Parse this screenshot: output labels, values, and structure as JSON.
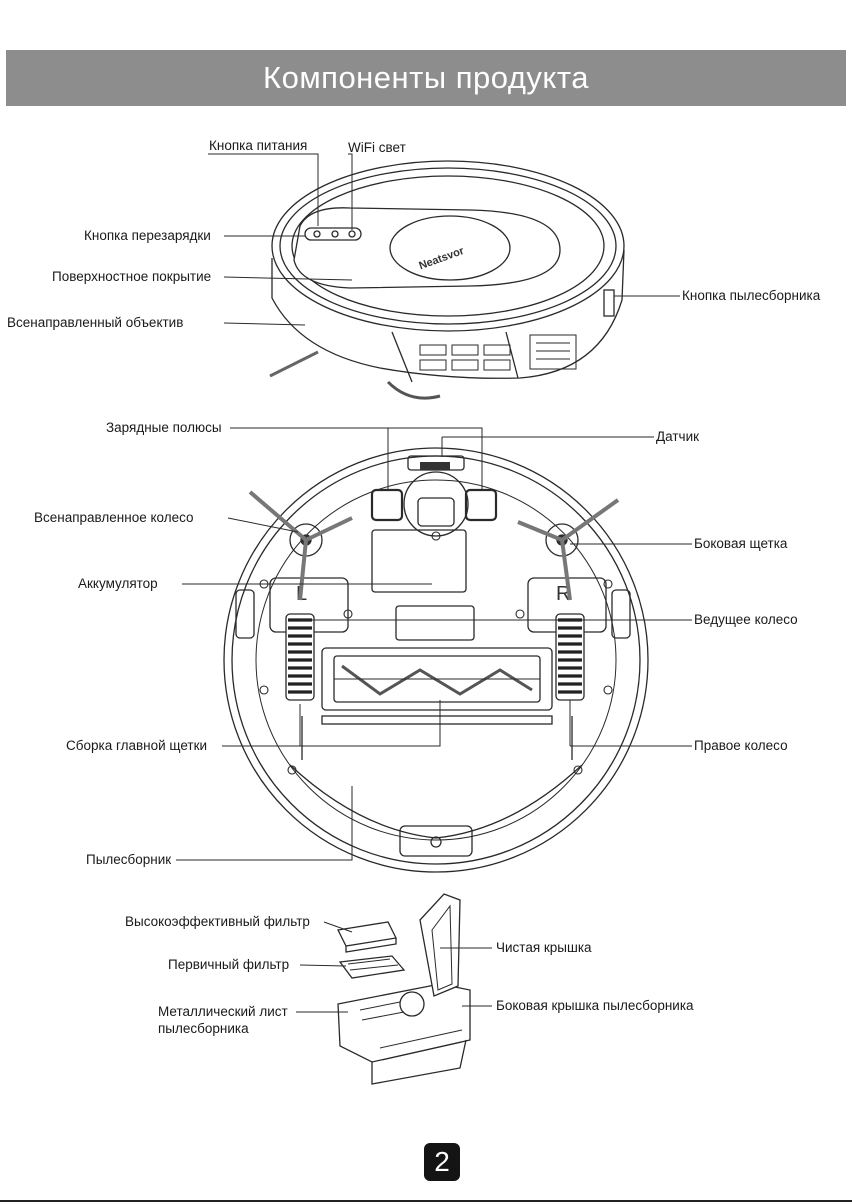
{
  "header": {
    "title": "Компоненты продукта"
  },
  "labels": {
    "power_button": "Кнопка питания",
    "wifi_light": "WiFi свет",
    "recharge_button": "Кнопка перезарядки",
    "surface_cover": "Поверхностное покрытие",
    "omni_lens": "Всенаправленный объектив",
    "dustbin_button": "Кнопка пылесборника",
    "charging_poles": "Зарядные полюсы",
    "sensor": "Датчик",
    "omni_wheel": "Всенаправленное колесо",
    "side_brush": "Боковая щетка",
    "battery": "Аккумулятор",
    "drive_wheel": "Ведущее колесо",
    "main_brush": "Сборка главной щетки",
    "right_wheel": "Правое колесо",
    "dustbin": "Пылесборник",
    "hepa_filter": "Высокоэффективный фильтр",
    "primary_filter": "Первичный фильтр",
    "metal_sheet_line1": "Металлический лист",
    "metal_sheet_line2": "пылесборника",
    "clean_lid": "Чистая крышка",
    "dustbin_side_cover": "Боковая крышка пылесборника"
  },
  "robot": {
    "brand": "Neatsvor",
    "left_mark": "L",
    "right_mark": "R"
  },
  "page": {
    "number": "2"
  }
}
